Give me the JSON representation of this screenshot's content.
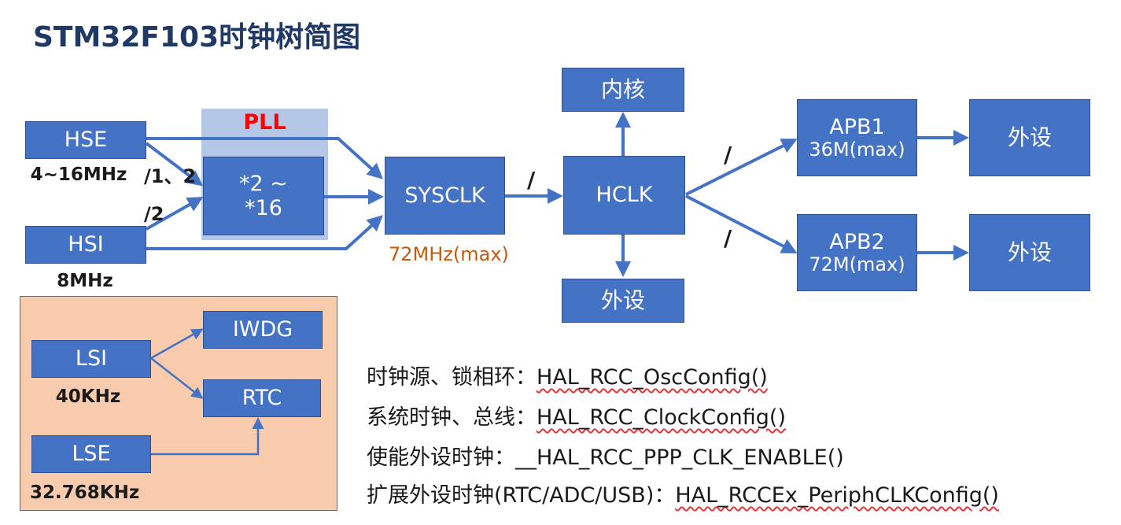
{
  "title": "STM32F103时钟树简图",
  "pll": {
    "label": "PLL",
    "multiplier": "*2 ~ *16"
  },
  "sources": {
    "hse": {
      "name": "HSE",
      "freq": "4~16MHz"
    },
    "hsi": {
      "name": "HSI",
      "freq": "8MHz"
    },
    "lsi": {
      "name": "LSI",
      "freq": "40KHz"
    },
    "lse": {
      "name": "LSE",
      "freq": "32.768KHz"
    }
  },
  "dividers": {
    "hse_div": "/1、2",
    "hsi_div": "/2",
    "sysclk_hclk": "/",
    "apb1": "/",
    "apb2": "/"
  },
  "sysclk": {
    "name": "SYSCLK",
    "max": "72MHz(max)"
  },
  "hclk": {
    "name": "HCLK"
  },
  "core": {
    "name": "内核"
  },
  "periph": {
    "name": "外设"
  },
  "apb1": {
    "name": "APB1",
    "max": "36M(max)"
  },
  "apb2": {
    "name": "APB2",
    "max": "72M(max)"
  },
  "low_speed": {
    "iwdg": "IWDG",
    "rtc": "RTC"
  },
  "api": [
    {
      "label": "时钟源、锁相环：",
      "fn": "HAL_RCC_OscConfig()"
    },
    {
      "label": "系统时钟、总线：",
      "fn": "HAL_RCC_ClockConfig()"
    },
    {
      "label": "使能外设时钟：",
      "fn": "__HAL_RCC_PPP_CLK_ENABLE()"
    },
    {
      "label": "扩展外设时钟(RTC/ADC/USB)：",
      "fn": "HAL_RCCEx_PeriphCLKConfig()"
    }
  ],
  "colors": {
    "box_fill": "#4472c4",
    "box_border": "#2f528f",
    "arrow": "#4472c4",
    "title": "#1f3864",
    "pll_label": "#ff0000",
    "pll_bg": "#b4c7e7",
    "freq_note": "#c55a11",
    "low_speed_bg": "#f8cbad",
    "squiggle": "#e0383b"
  }
}
